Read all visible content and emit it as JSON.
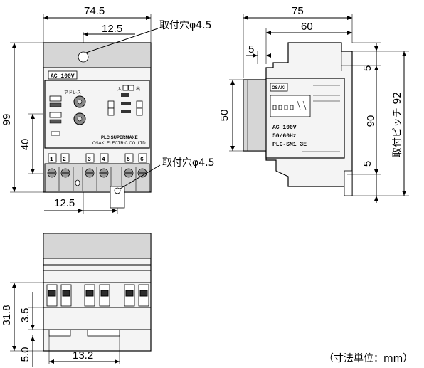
{
  "front": {
    "dim_width": "74.5",
    "dim_hole_offset": "12.5",
    "dim_height": "99",
    "dim_hole_height": "40",
    "dim_bottom_hole_offset": "12.5",
    "hole_label_top": "取付穴φ4.5",
    "hole_label_bottom": "取付穴φ4.5",
    "voltage_label": "AC 100V",
    "address_label": "アドレス",
    "input_label": "入",
    "output_label": "出",
    "brand_line": "PLC SUPERMAXE",
    "maker_line": "OSAKI ELECTRIC CO.,LTD.",
    "terminals": [
      "1",
      "2",
      "3",
      "4",
      "5",
      "6"
    ]
  },
  "side": {
    "dim_total": "75",
    "dim_body": "60",
    "dim_top_offset": "5",
    "dim_right_top": "5",
    "dim_right_bottom": "5",
    "dim_height_50": "50",
    "dim_height_90": "90",
    "pitch_label": "取付ピッチ 92",
    "maker_mark": "OSAKI",
    "model_lines": [
      "AC  100V",
      "50/60Hz",
      "PLC-SM1  3E"
    ]
  },
  "bottom": {
    "dim_31_8": "31.8",
    "dim_3_5": "3.5",
    "dim_5_0": "5.0",
    "dim_13_2": "13.2"
  },
  "unit_note": "（寸法単位：mm）"
}
